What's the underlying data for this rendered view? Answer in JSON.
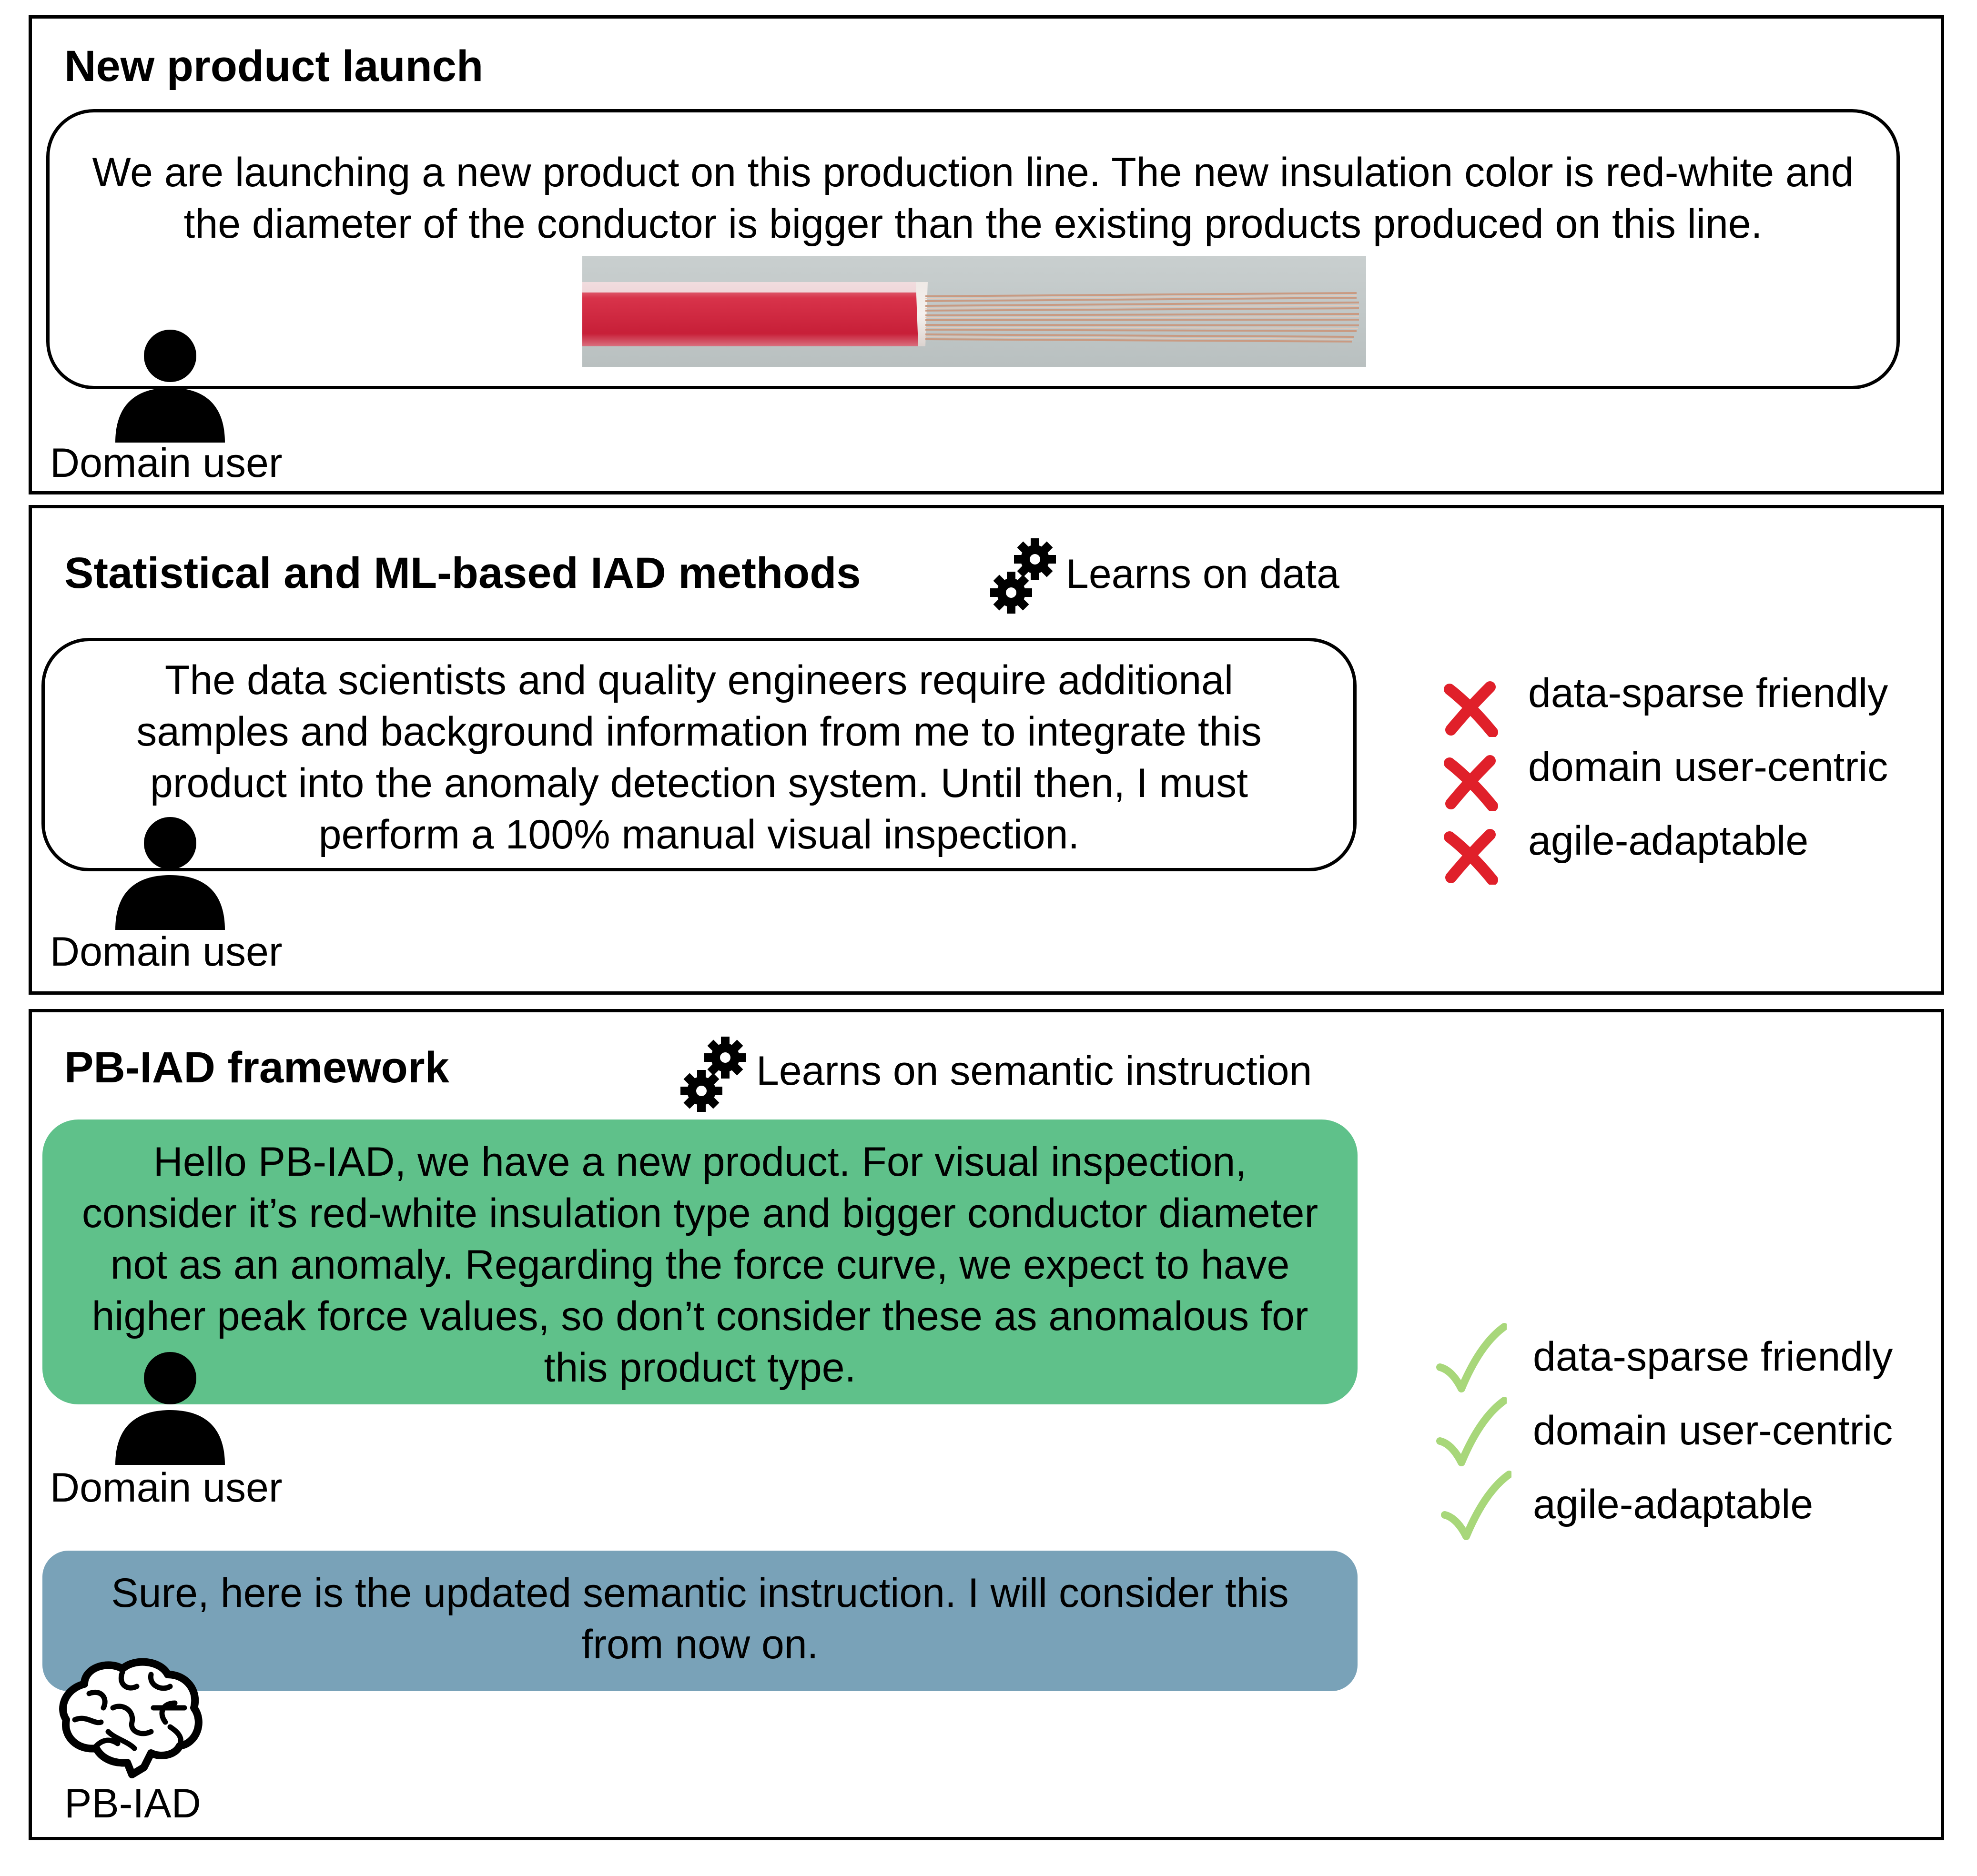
{
  "panel1": {
    "title": "New product launch",
    "bubble_text": "We are launching a new product on this production line. The new insulation color is red-white and the diameter of the conductor is bigger than the existing products produced on this line.",
    "user_label": "Domain user"
  },
  "panel2": {
    "title": "Statistical and ML-based IAD methods",
    "learns_label": "Learns on data",
    "bubble_text": "The data scientists and quality engineers require additional samples and background information from me to integrate this product into the anomaly detection system. Until then, I must perform a 100% manual visual inspection.",
    "user_label": "Domain user",
    "criteria": [
      "data-sparse friendly",
      "domain user-centric",
      "agile-adaptable"
    ],
    "criteria_status": "cross",
    "cross_color": "#e0202a"
  },
  "panel3": {
    "title": "PB-IAD framework",
    "learns_label": "Learns on semantic instruction",
    "user_bubble_text": "Hello PB-IAD, we have a new product. For visual inspection, consider it’s red-white insulation type and bigger conductor diameter not as an anomaly. Regarding the force curve, we expect to have higher peak force values, so don’t consider these as anomalous for this product type.",
    "user_label": "Domain user",
    "response_text": "Sure, here is the updated semantic instruction. I will consider this from now on.",
    "agent_label": "PB-IAD",
    "criteria": [
      "data-sparse friendly",
      "domain user-centric",
      "agile-adaptable"
    ],
    "criteria_status": "check",
    "check_color": "#a8d77a",
    "green_color": "#5fc18a",
    "blue_color": "#79a2b8"
  }
}
